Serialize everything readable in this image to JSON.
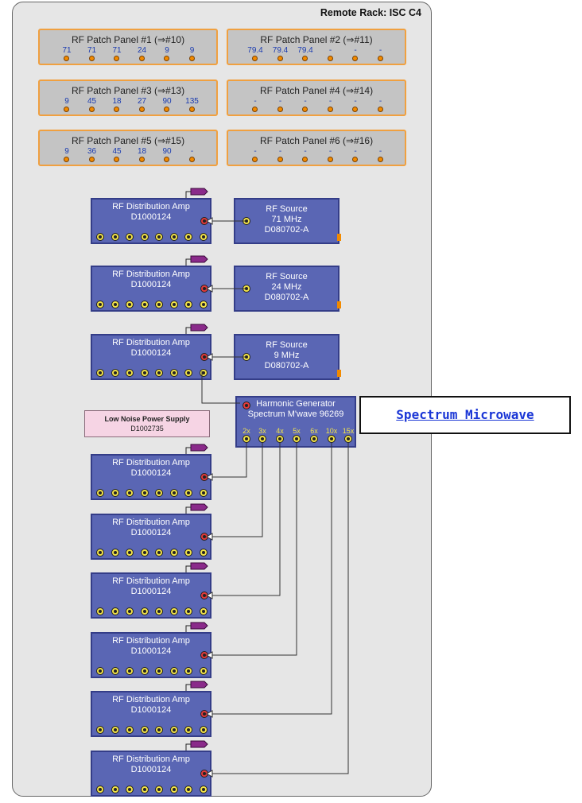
{
  "rack": {
    "title": "Remote Rack: ISC C4"
  },
  "patch_panels": [
    {
      "title": "RF Patch Panel #1 (⇒#10)",
      "values": [
        "71",
        "71",
        "71",
        "24",
        "9",
        "9"
      ]
    },
    {
      "title": "RF Patch Panel #2 (⇒#11)",
      "values": [
        "79.4",
        "79.4",
        "79.4",
        "-",
        "-",
        "-"
      ]
    },
    {
      "title": "RF Patch Panel #3 (⇒#13)",
      "values": [
        "9",
        "45",
        "18",
        "27",
        "90",
        "135"
      ]
    },
    {
      "title": "RF Patch Panel #4 (⇒#14)",
      "values": [
        "-",
        "-",
        "-",
        "-",
        "-",
        "-"
      ]
    },
    {
      "title": "RF Patch Panel #5 (⇒#15)",
      "values": [
        "9",
        "36",
        "45",
        "18",
        "90",
        "-"
      ]
    },
    {
      "title": "RF Patch Panel #6 (⇒#16)",
      "values": [
        "-",
        "-",
        "-",
        "-",
        "-",
        "-"
      ]
    }
  ],
  "distribution_amp": {
    "name": "RF Distribution Amp",
    "part": "D1000124",
    "count": 9
  },
  "rf_sources": [
    {
      "name": "RF Source",
      "freq": "71 MHz",
      "part": "D080702-A"
    },
    {
      "name": "RF Source",
      "freq": "24 MHz",
      "part": "D080702-A"
    },
    {
      "name": "RF Source",
      "freq": "9 MHz",
      "part": "D080702-A"
    }
  ],
  "harmonic_generator": {
    "line1": "Harmonic Generator",
    "line2": "Spectrum M'wave 96269",
    "outputs": [
      "2x",
      "3x",
      "4x",
      "5x",
      "6x",
      "10x",
      "15x"
    ]
  },
  "power_supply": {
    "line1": "Low Noise Power Supply",
    "line2": "D1002735"
  },
  "link": {
    "label": "Spectrum Microwave"
  },
  "colors": {
    "module": "#5a66b4",
    "module_border": "#343d88",
    "panel_border": "#f0a040",
    "link": "#1a36d6"
  }
}
